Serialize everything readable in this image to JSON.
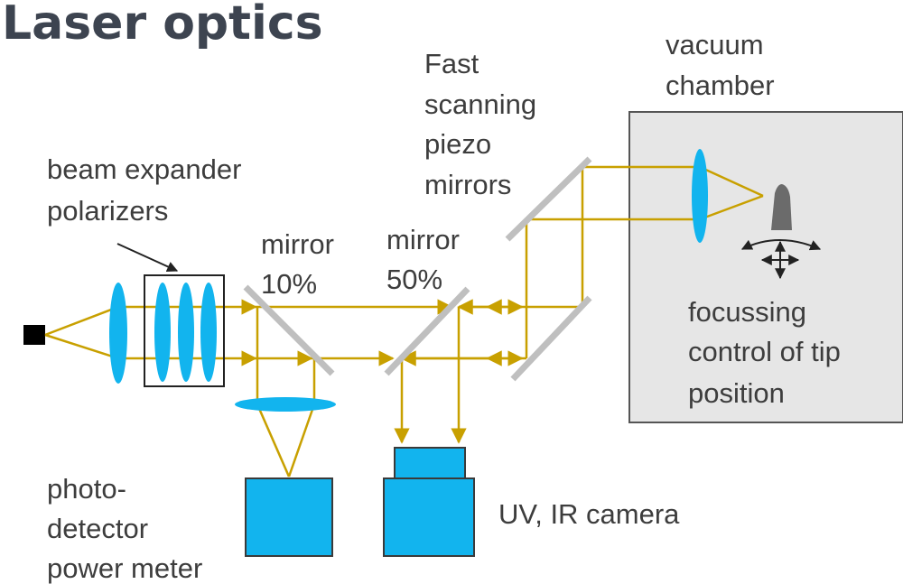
{
  "title": "Laser optics",
  "labels": {
    "beam_expander": [
      "beam expander",
      "polarizers"
    ],
    "mirror_10": [
      "mirror",
      "10%"
    ],
    "mirror_50": [
      "mirror",
      "50%"
    ],
    "piezo": [
      "Fast",
      "scanning",
      "piezo",
      "mirrors"
    ],
    "vacuum": [
      "vacuum",
      "chamber"
    ],
    "focussing": [
      "focussing",
      "control of tip",
      "position"
    ],
    "photodetector": [
      "photo-",
      "detector",
      "power meter"
    ],
    "camera": "UV, IR camera"
  },
  "colors": {
    "beam": "#c8a000",
    "optic": "#12b4ee",
    "mirror": "#bfbfbf",
    "chamber": "#e6e6e6",
    "text": "#3d3d3d",
    "title": "#3d4450",
    "tip": "#6b6b6b"
  }
}
